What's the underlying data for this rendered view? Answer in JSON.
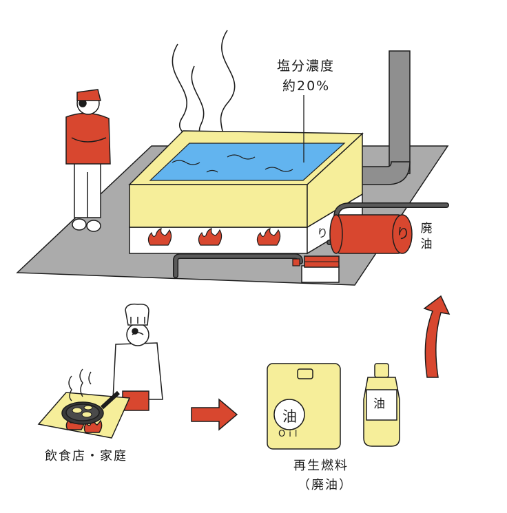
{
  "labels": {
    "salt_line1": "塩分濃度",
    "salt_line2": "約20%",
    "waste_oil_side": "廃油",
    "restaurant": "飲食店・家庭",
    "fuel_line1": "再生燃料",
    "fuel_line2": "（廃油）",
    "can_mark": "油",
    "can_text": "Oil",
    "bottle_mark": "油",
    "drum_mark": "り",
    "burner_mark": "り"
  },
  "colors": {
    "outline": "#1c1c1c",
    "floor": "#ababab",
    "tank_yellow": "#f6ee9a",
    "water_blue": "#62b4ef",
    "red": "#d8472f",
    "chimney_gray": "#8f8f8f",
    "pipe_gray": "#5a5a5a"
  }
}
